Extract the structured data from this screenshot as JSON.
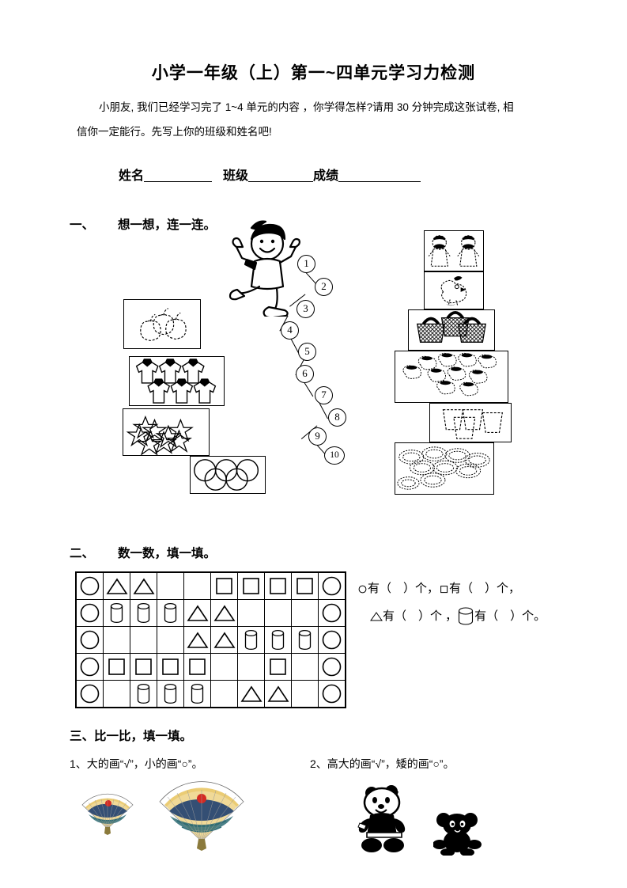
{
  "document": {
    "title": "小学一年级（上）第一~四单元学习力检测",
    "intro_line1": "小朋友, 我们已经学习完了 1~4 单元的内容 ，你学得怎样?请用 30 分钟完成这张试卷, 相",
    "intro_line2": "信你一定能行。先写上你的班级和姓名吧!",
    "name_label": "姓名",
    "class_label": "班级",
    "score_label": "成绩"
  },
  "sections": [
    {
      "number": "一、",
      "heading": "想一想，连一连。",
      "left_boxes": [
        {
          "name": "apples",
          "count": 3,
          "label": "苹果"
        },
        {
          "name": "shirts",
          "count": 6,
          "label": "衣服"
        },
        {
          "name": "stars",
          "count": 8,
          "label": "星星"
        },
        {
          "name": "rings",
          "count": 5,
          "label": "圆环"
        }
      ],
      "numbers": [
        "1",
        "2",
        "3",
        "4",
        "5",
        "6",
        "7",
        "8",
        "9",
        "10"
      ],
      "right_boxes": [
        {
          "name": "children",
          "count": 2,
          "label": "小朋友"
        },
        {
          "name": "chicken",
          "count": 1,
          "label": "小鸡"
        },
        {
          "name": "baskets",
          "count": 3,
          "label": "篮子"
        },
        {
          "name": "flowers",
          "count": 10,
          "label": "花"
        },
        {
          "name": "cups",
          "count": 4,
          "label": "杯子"
        },
        {
          "name": "cookies",
          "count": 9,
          "label": "饼干"
        }
      ],
      "mascot": "boy-figure"
    },
    {
      "number": "二、",
      "heading": "数一数，填一填。",
      "grid": [
        [
          "circle",
          "triangle",
          "triangle",
          "",
          "",
          "square",
          "square",
          "square",
          "square",
          "circle"
        ],
        [
          "circle",
          "cylinder",
          "cylinder",
          "cylinder",
          "triangle",
          "triangle",
          "",
          "",
          "",
          "circle"
        ],
        [
          "circle",
          "",
          "",
          "",
          "triangle",
          "triangle",
          "cylinder",
          "cylinder",
          "cylinder",
          "circle"
        ],
        [
          "circle",
          "square",
          "square",
          "square",
          "square",
          "",
          "",
          "square",
          "",
          "circle"
        ],
        [
          "circle",
          "",
          "cylinder",
          "cylinder",
          "cylinder",
          "",
          "triangle",
          "triangle",
          "",
          "circle"
        ]
      ],
      "answer_line1": "有（　）个，",
      "answer_line2": "有（　）个，",
      "answer_line3": "有（　）个 ，",
      "answer_line4": "有（　）个。"
    },
    {
      "number": "三、",
      "heading": "比一比，填一填。",
      "items": [
        {
          "number": "1、",
          "text": "大的画“√”，小的画“○”。",
          "images": [
            "fan-small",
            "fan-large"
          ]
        },
        {
          "number": "2、",
          "text": "高大的画“√”，矮的画“○”。",
          "images": [
            "bear-tall",
            "bear-short"
          ]
        }
      ]
    }
  ],
  "colors": {
    "ink": "#000000",
    "paper": "#ffffff",
    "fan_sun": "#d42a22",
    "fan_sand": "#e8c35c",
    "fan_water": "#2d6b73",
    "fan_mountain": "#1f3f70"
  }
}
